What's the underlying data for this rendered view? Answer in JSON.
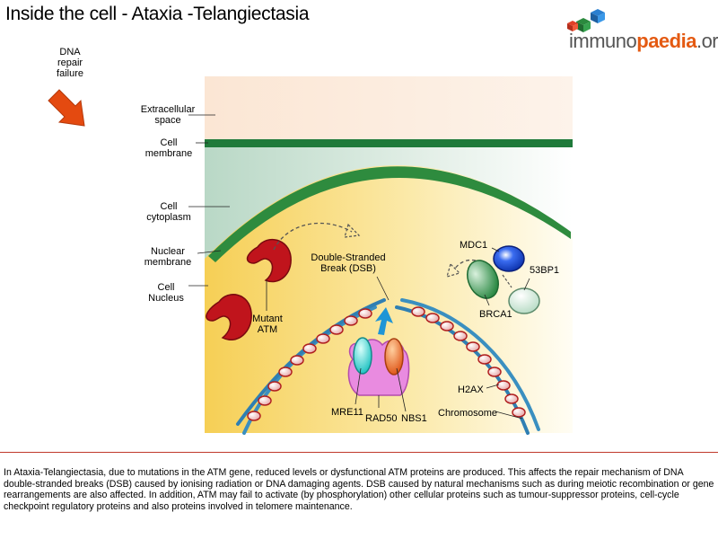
{
  "title": "Inside the cell - Ataxia -Telangiectasia",
  "logo": {
    "part1": "immuno",
    "part2": "paedia",
    "part3": ".org"
  },
  "side_note": {
    "line1": "DNA",
    "line2": "repair",
    "line3": "failure"
  },
  "region_labels": {
    "extracellular": {
      "line1": "Extracellular",
      "line2": "space"
    },
    "cell_membrane": {
      "line1": "Cell",
      "line2": "membrane"
    },
    "cytoplasm": {
      "line1": "Cell",
      "line2": "cytoplasm"
    },
    "nuclear_membrane": {
      "line1": "Nuclear",
      "line2": "membrane"
    },
    "nucleus": {
      "line1": "Cell",
      "line2": "Nucleus"
    }
  },
  "molecule_labels": {
    "mutant_atm": {
      "line1": "Mutant",
      "line2": "ATM"
    },
    "dsb": {
      "line1": "Double-Stranded",
      "line2": "Break (DSB)"
    },
    "mdc1": "MDC1",
    "bp53": "53BP1",
    "brca1": "BRCA1",
    "h2ax": "H2AX",
    "chromosome": "Chromosome",
    "mre11": "MRE11",
    "rad50": "RAD50",
    "nbs1": "NBS1"
  },
  "caption": "In Ataxia-Telangiectasia, due to mutations in the ATM gene, reduced levels or dysfunctional ATM proteins are produced. This affects the repair mechanism of DNA double-stranded breaks (DSB) caused by ionising radiation or DNA damaging agents. DSB caused by natural mechanisms such as during meiotic recombination or gene rearrangements are also affected. In addition, ATM may fail to activate (by phosphorylation) other cellular proteins such as tumour-suppressor proteins, cell-cycle checkpoint regulatory proteins and also proteins involved in telomere maintenance.",
  "colors": {
    "membrane": "#1f7a3a",
    "nucleus": "#f7d36a",
    "extracellular": "#fdf0e6",
    "cytoplasm": "#cfe3d6",
    "atm": "#c0141c",
    "dna": "#3a8fc0",
    "mrn": "#e98be0",
    "accent": "#e45a12"
  }
}
